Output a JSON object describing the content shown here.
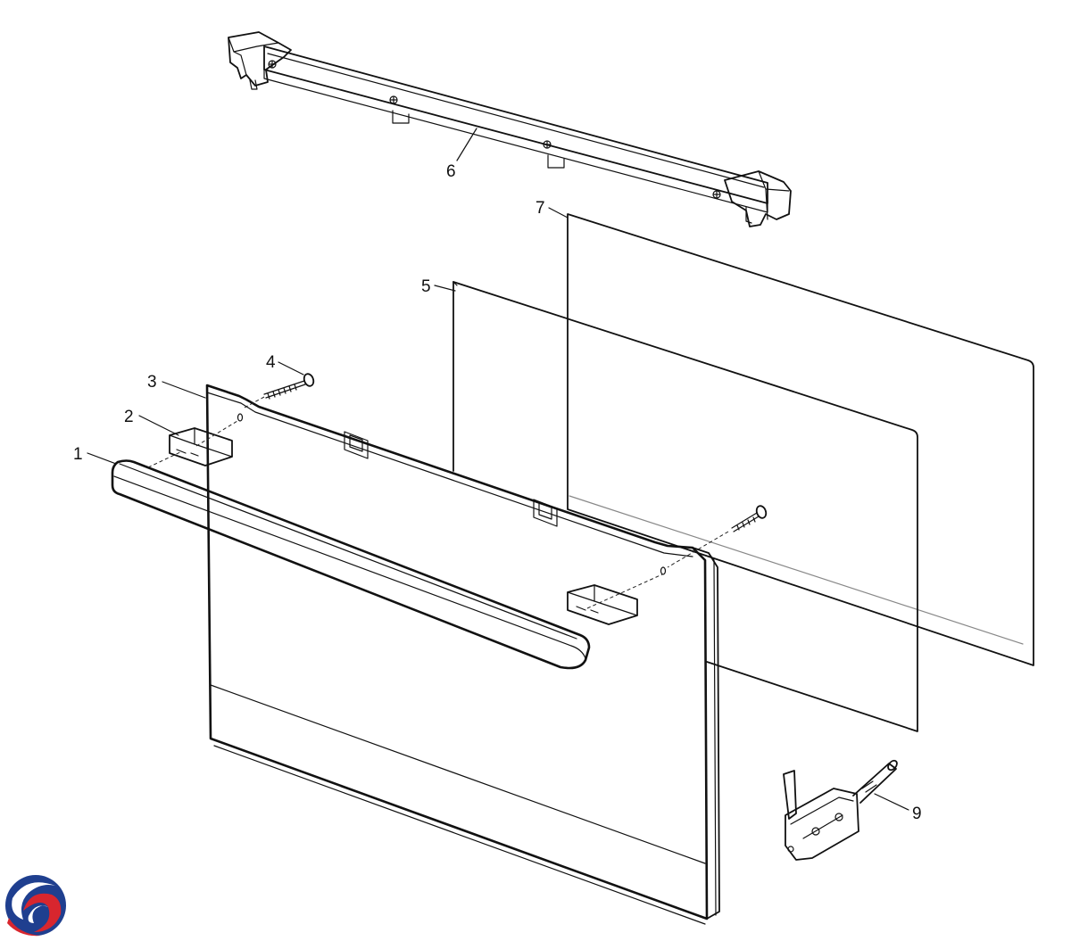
{
  "callouts": {
    "c1": "1",
    "c2": "2",
    "c3": "3",
    "c4": "4",
    "c5": "5",
    "c6": "6",
    "c7": "7",
    "c9": "9"
  },
  "parts": {
    "handle": "door-handle",
    "end_cap": "handle-end-cap",
    "outer_panel": "outer-door-panel",
    "screw": "screw",
    "inner_glass": "inner-glass",
    "top_trim": "top-door-trim",
    "rear_glass": "rear-glass",
    "hinge": "door-hinge"
  },
  "colors": {
    "line": "#111111",
    "logo_blue": "#1f3f8f",
    "logo_red": "#d8262e"
  }
}
